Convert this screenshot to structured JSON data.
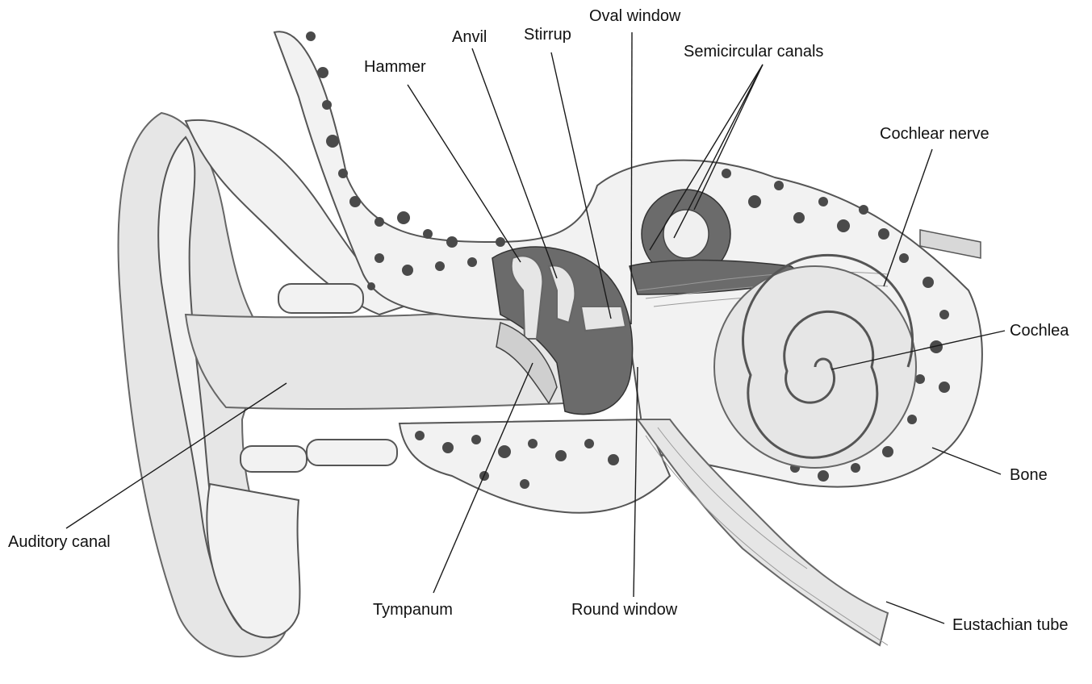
{
  "labels": {
    "hammer": "Hammer",
    "anvil": "Anvil",
    "stirrup": "Stirrup",
    "oval_window": "Oval window",
    "semicircular_canals": "Semicircular canals",
    "cochlear_nerve": "Cochlear nerve",
    "cochlea": "Cochlea",
    "bone": "Bone",
    "eustachian_tube": "Eustachian tube",
    "round_window": "Round window",
    "tympanum": "Tympanum",
    "auditory_canal": "Auditory canal"
  }
}
